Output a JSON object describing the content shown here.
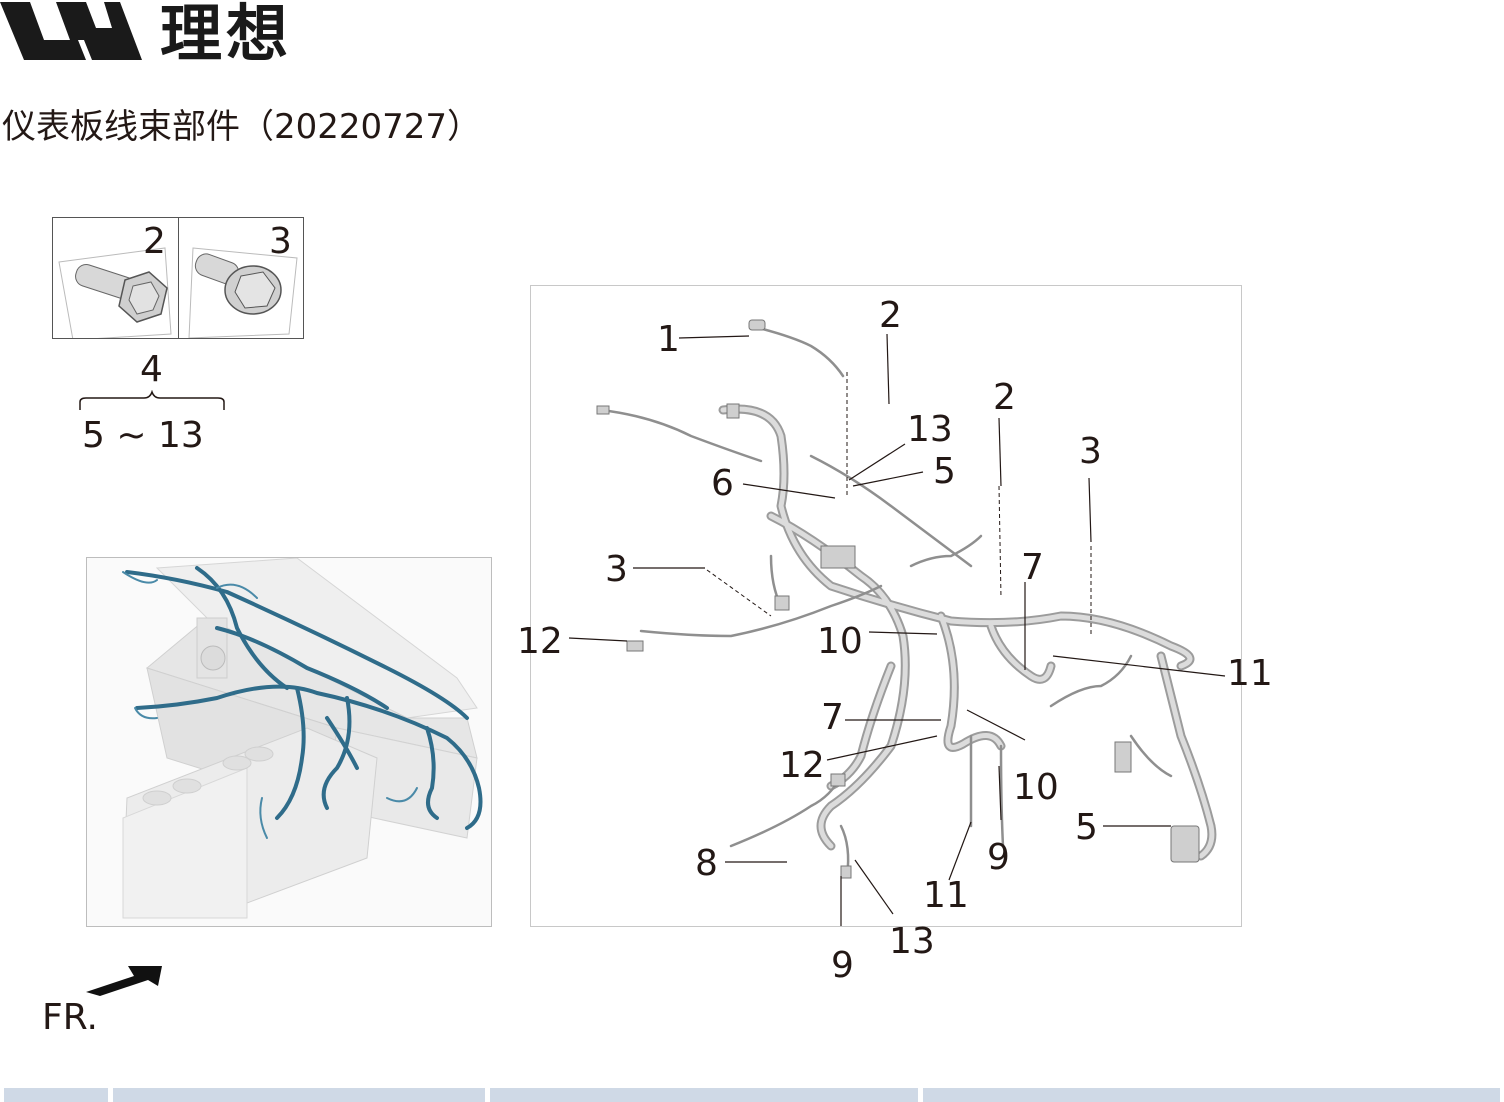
{
  "brand": {
    "name": "理想",
    "logo_icon": "li-auto-logo-icon"
  },
  "page_title": "仪表板线束部件（20220727）",
  "fastener_detail": {
    "bolt_callout": "2",
    "flange_bolt_callout": "3"
  },
  "kit": {
    "callout": "4",
    "range": "5 ~ 13"
  },
  "direction": {
    "label": "FR."
  },
  "callouts": [
    {
      "id": "1",
      "text": "1"
    },
    {
      "id": "2a",
      "text": "2"
    },
    {
      "id": "13a",
      "text": "13"
    },
    {
      "id": "5a",
      "text": "5"
    },
    {
      "id": "6",
      "text": "6"
    },
    {
      "id": "2b",
      "text": "2"
    },
    {
      "id": "3a",
      "text": "3"
    },
    {
      "id": "7a",
      "text": "7"
    },
    {
      "id": "3b",
      "text": "3"
    },
    {
      "id": "12a",
      "text": "12"
    },
    {
      "id": "10a",
      "text": "10"
    },
    {
      "id": "11a",
      "text": "11"
    },
    {
      "id": "7b",
      "text": "7"
    },
    {
      "id": "12b",
      "text": "12"
    },
    {
      "id": "10b",
      "text": "10"
    },
    {
      "id": "5b",
      "text": "5"
    },
    {
      "id": "8",
      "text": "8"
    },
    {
      "id": "9a",
      "text": "9"
    },
    {
      "id": "11b",
      "text": "11"
    },
    {
      "id": "13b",
      "text": "13"
    },
    {
      "id": "9b",
      "text": "9"
    }
  ],
  "colors": {
    "harness_highlight": "#2f6c8a",
    "harness_gray": "#a9a9a9",
    "strip": "#cfd9e6"
  }
}
